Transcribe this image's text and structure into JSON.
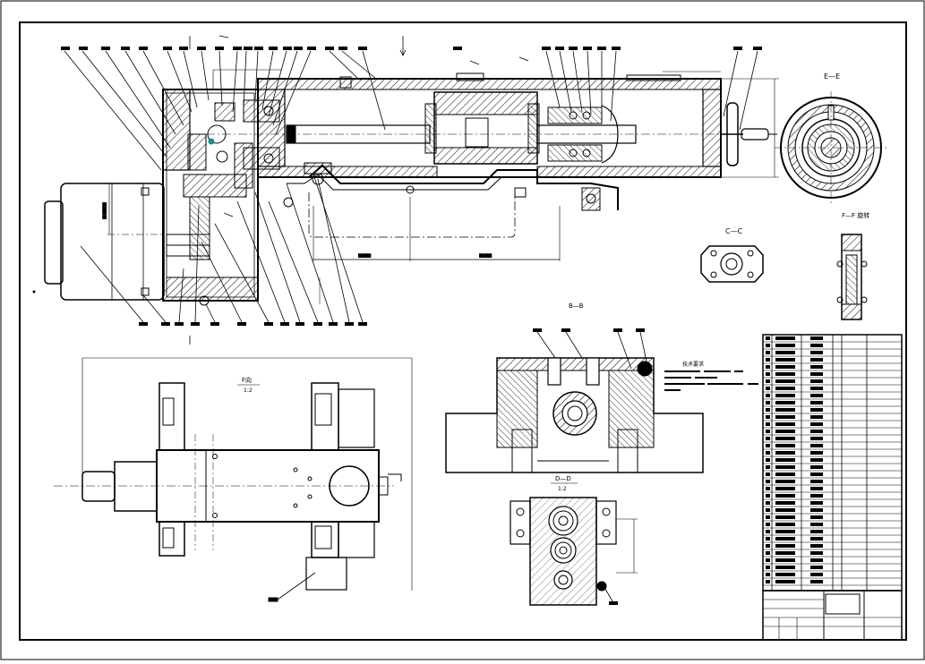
{
  "drawing": {
    "view_labels": {
      "section_e": "E—E",
      "section_f": "F—F 旋转",
      "section_c": "C—C",
      "section_b": "B—B",
      "view_d": "D—D",
      "view_d_scale": "1:2",
      "plan_view": "F向",
      "plan_view_scale": "1:2"
    },
    "note_title": "技术要求",
    "colors": {
      "line": "#000000",
      "paper": "#ffffff",
      "hatch": "#000000",
      "accent_marker": "#1f8a8a"
    }
  }
}
